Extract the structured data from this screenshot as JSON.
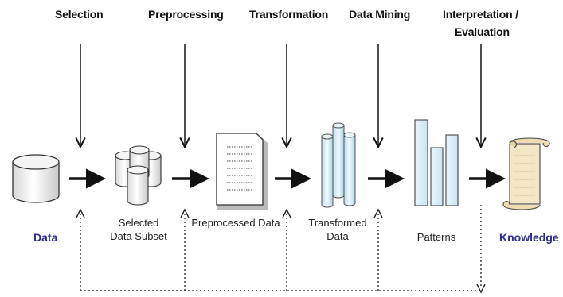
{
  "steps": {
    "selection": "Selection",
    "preprocessing": "Preprocessing",
    "transformation": "Transformation",
    "data_mining": "Data Mining",
    "interpretation_line1": "Interpretation /",
    "interpretation_line2": "Evaluation"
  },
  "objects": {
    "data": "Data",
    "selected_line1": "Selected",
    "selected_line2": "Data Subset",
    "preprocessed": "Preprocessed Data",
    "transformed_line1": "Transformed",
    "transformed_line2": "Data",
    "patterns": "Patterns",
    "knowledge": "Knowledge"
  },
  "colors": {
    "accent_label": "#2d2d8c",
    "arrow": "#111111",
    "database_fill": "#eeeeee",
    "transformed_fill": "#dceef6",
    "patterns_fill": "#dff0f8",
    "scroll_fill": "#f3e6c4"
  },
  "icons": [
    "database-icon",
    "database-cluster-icon",
    "document-icon",
    "cylinder-tubes-icon",
    "bar-chart-icon",
    "scroll-icon"
  ]
}
